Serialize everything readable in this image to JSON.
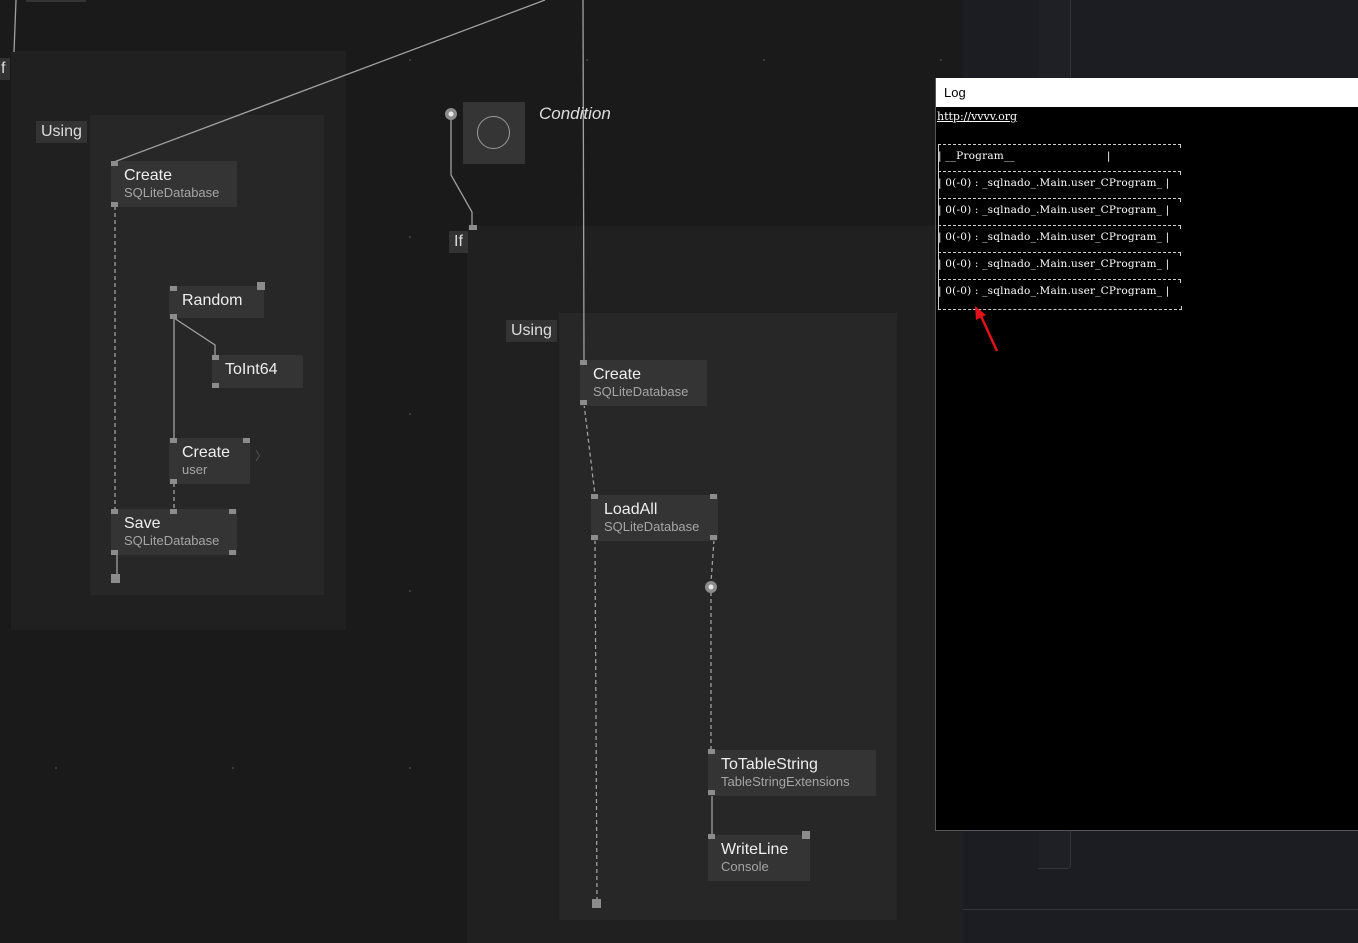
{
  "canvas": {
    "left_if_label": "f",
    "left_using_label": "Using",
    "right_if_label": "If",
    "right_using_label": "Using",
    "condition_label": "Condition"
  },
  "nodes": {
    "create_db_left": {
      "title": "Create",
      "subtitle": "SQLiteDatabase"
    },
    "random": {
      "title": "Random"
    },
    "toint64": {
      "title": "ToInt64"
    },
    "create_user": {
      "title": "Create",
      "subtitle": "user"
    },
    "save": {
      "title": "Save",
      "subtitle": "SQLiteDatabase"
    },
    "create_db_right": {
      "title": "Create",
      "subtitle": "SQLiteDatabase"
    },
    "loadall": {
      "title": "LoadAll",
      "subtitle": "SQLiteDatabase"
    },
    "totablestring": {
      "title": "ToTableString",
      "subtitle": "TableStringExtensions"
    },
    "writeline": {
      "title": "WriteLine",
      "subtitle": "Console"
    }
  },
  "log": {
    "title": "Log",
    "link": "http://vvvv.org",
    "header": "| __Program__                          |",
    "rows": [
      "| 0(-0) : _sqlnado_.Main.user_CProgram_ |",
      "| 0(-0) : _sqlnado_.Main.user_CProgram_ |",
      "| 0(-0) : _sqlnado_.Main.user_CProgram_ |",
      "| 0(-0) : _sqlnado_.Main.user_CProgram_ |",
      "| 0(-0) : _sqlnado_.Main.user_CProgram_ |"
    ]
  },
  "colors": {
    "canvas_bg": "#1a1a1a",
    "node_bg": "#343434",
    "wire": "#a0a0a0",
    "annotation_arrow": "#e0131a"
  }
}
